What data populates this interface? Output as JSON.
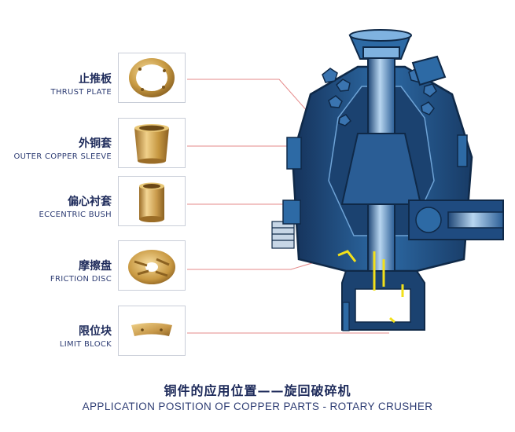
{
  "parts": [
    {
      "name_cn": "止推板",
      "name_en": "THRUST PLATE",
      "icon": "thrust-plate-icon"
    },
    {
      "name_cn": "外铜套",
      "name_en": "OUTER COPPER SLEEVE",
      "icon": "outer-sleeve-icon"
    },
    {
      "name_cn": "偏心衬套",
      "name_en": "ECCENTRIC BUSH",
      "icon": "eccentric-bush-icon"
    },
    {
      "name_cn": "摩擦盘",
      "name_en": "FRICTION DISC",
      "icon": "friction-disc-icon"
    },
    {
      "name_cn": "限位块",
      "name_en": "LIMIT BLOCK",
      "icon": "limit-block-icon"
    }
  ],
  "caption": {
    "cn": "铜件的应用位置——旋回破碎机",
    "en": "APPLICATION POSITION OF COPPER PARTS - ROTARY CRUSHER"
  },
  "colors": {
    "leader": "#e58a8a",
    "machine_dark": "#16355f",
    "machine_mid": "#2a5d95",
    "machine_light": "#7fb2e0",
    "copper": "#c89a42",
    "highlight": "#f2e01a"
  }
}
